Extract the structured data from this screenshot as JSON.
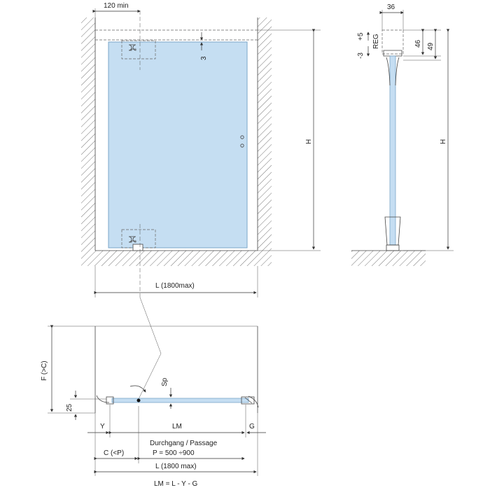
{
  "front_view": {
    "top_dim": "120 min",
    "gap_dim": "3",
    "height_label": "H",
    "width_label": "L (1800max)"
  },
  "side_view": {
    "width_dim": "36",
    "adj_minus": "-3",
    "adj_plus": "+5",
    "adj_label": "REG",
    "dim_46": "46",
    "dim_49": "49",
    "height_label": "H"
  },
  "plan_view": {
    "depth_label": "F (>C)",
    "dim_25": "25",
    "thickness_label": "Sp",
    "y_label": "Y",
    "lm_label": "LM",
    "g_label": "G",
    "c_label": "C (<P)",
    "passage_label": "Durchgang / Passage",
    "passage_range": "P = 500 ÷900",
    "width_label": "L (1800 max)",
    "formula": "LM = L - Y - G"
  },
  "colors": {
    "glass": "#c5def2",
    "glass_stroke": "#7aa6c8",
    "line": "#333333",
    "hatch": "#777777"
  }
}
